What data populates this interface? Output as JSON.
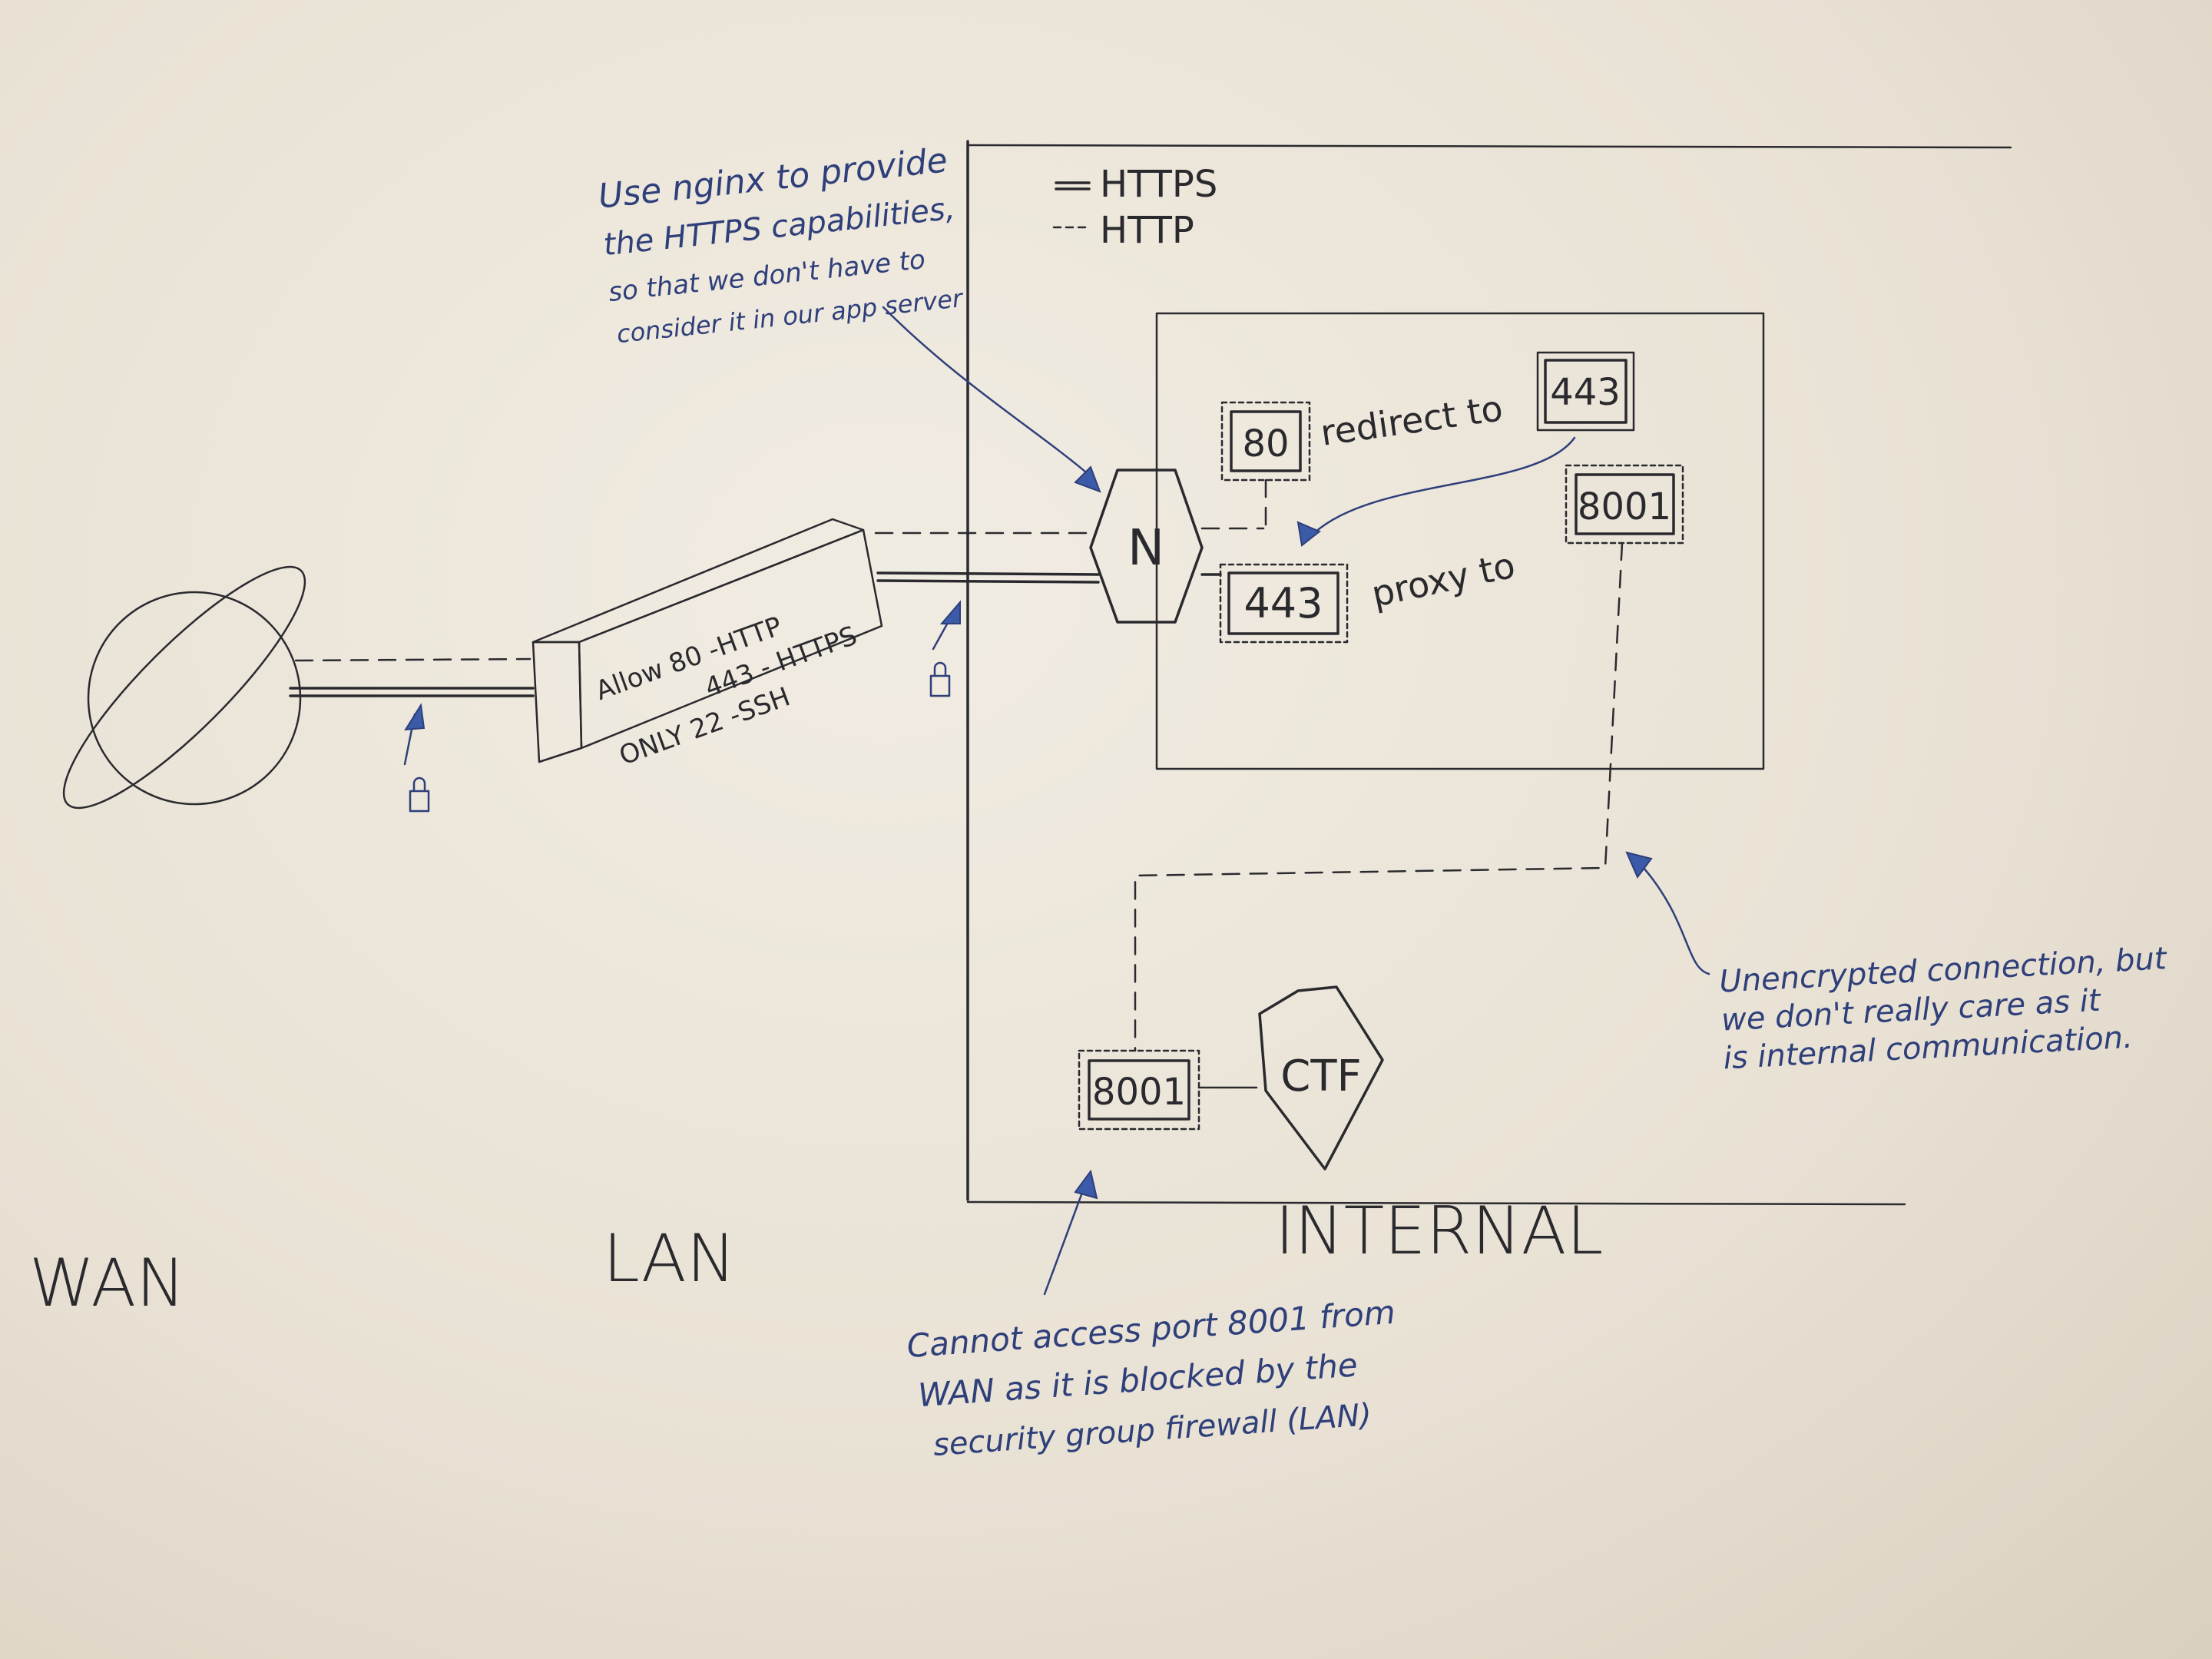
{
  "zones": {
    "wan": "WAN",
    "lan": "LAN",
    "internal": "INTERNAL"
  },
  "legend": {
    "https": "HTTPS",
    "http": "HTTP"
  },
  "firewall": {
    "line1": "Allow  80 -HTTP",
    "line2": "443 - HTTPS",
    "line3": "ONLY  22  -SSH"
  },
  "nginx": {
    "label": "N",
    "port80": "80",
    "redirect_text": "redirect to",
    "port443_top": "443",
    "port443": "443",
    "proxy_text": "proxy to",
    "port8001": "8001"
  },
  "ctf": {
    "label": "CTF",
    "port8001": "8001"
  },
  "notes": {
    "nginx_note": [
      "Use nginx to provide",
      "the HTTPS capabilities,",
      "so that we don't have to",
      "consider it in our app server"
    ],
    "unencrypted_note": [
      "Unencrypted connection, but",
      "we don't really care as it",
      "is internal communication."
    ],
    "port_note": [
      "Cannot access port 8001 from",
      "WAN as it is blocked by the",
      "security group firewall (LAN)"
    ]
  },
  "colors": {
    "ink": "#2a2a2e",
    "blue_ink": "#2e3f7a",
    "paper": "#ece6da"
  }
}
